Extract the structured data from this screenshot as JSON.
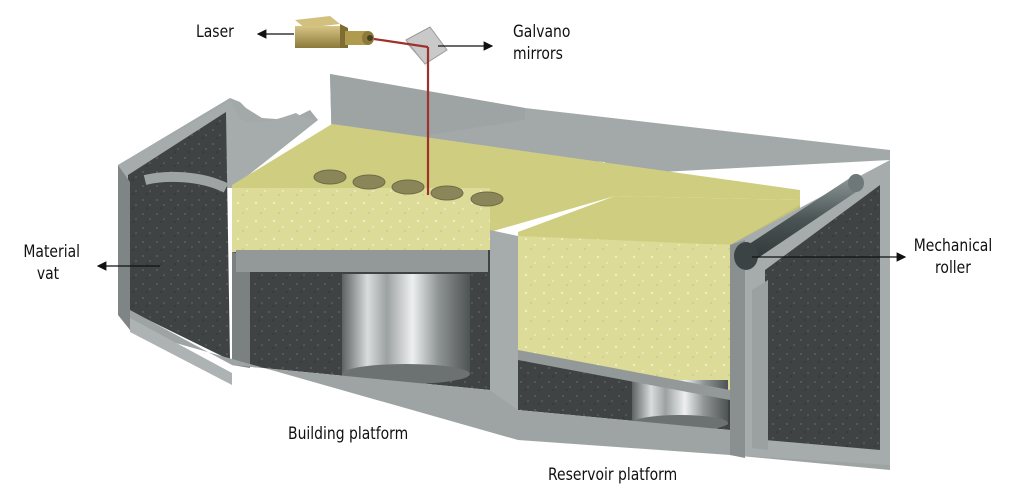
{
  "labels": {
    "laser": "Laser",
    "galvano_line1": "Galvano",
    "galvano_line2": "mirrors",
    "material_vat_line1": "Material",
    "material_vat_line2": "vat",
    "roller_line1": "Mechanical",
    "roller_line2": "roller",
    "building_platform": "Building platform",
    "reservoir_platform": "Reservoir platform"
  },
  "colors": {
    "vat_gray": "#a6acac",
    "vat_dark": "#4d5151",
    "powder": "#dedd9a",
    "powder_top": "#cfcf80",
    "laser_beam": "#a0302a",
    "laser_body": "#b5a05a",
    "mirror": "#c9c9c9",
    "metal": "#c8cbcb",
    "roller": "#5c6566"
  },
  "icons": [
    "laser-source-icon",
    "galvano-mirror-icon",
    "mechanical-roller-icon"
  ]
}
